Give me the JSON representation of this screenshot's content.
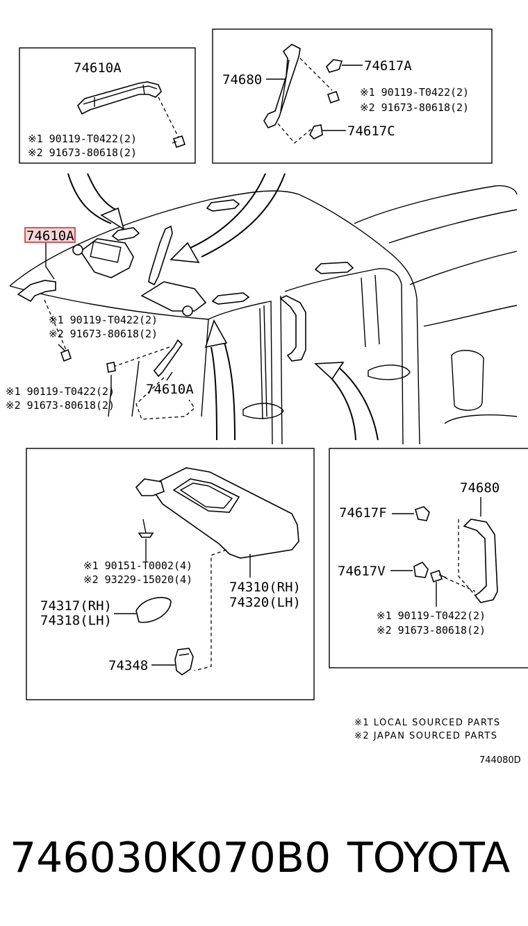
{
  "callouts": {
    "tl_part": "74610A",
    "tl_l1": "※1 90119-T0422(2)",
    "tl_l2": "※2 91673-80618(2)",
    "tr_part1": "74680",
    "tr_part2": "74617A",
    "tr_part3": "74617C",
    "tr_l1": "※1 90119-T0422(2)",
    "tr_l2": "※2 91673-80618(2)",
    "mid_highlight": "74610A",
    "mid_l1": "※1 90119-T0422(2)",
    "mid_l2": "※2 91673-80618(2)",
    "mid_l3": "※1 90119-T0422(2)",
    "mid_l4": "※2 91673-80618(2)",
    "mid_part": "74610A",
    "bl_l1": "※1 90151-T0002(4)",
    "bl_l2": "※2 93229-15020(4)",
    "bl_rh": "74310(RH)",
    "bl_lh": "74320(LH)",
    "bl_m_rh": "74317(RH)",
    "bl_m_lh": "74318(LH)",
    "bl_clip": "74348",
    "br_part1": "74680",
    "br_part2": "74617F",
    "br_part3": "74617V",
    "br_l1": "※1 90119-T0422(2)",
    "br_l2": "※2 91673-80618(2)"
  },
  "notes": {
    "n1": "※1 LOCAL SOURCED PARTS",
    "n2": "※2 JAPAN SOURCED PARTS",
    "ref": "744080D"
  },
  "footer": {
    "part_number": "746030K070B0",
    "brand": "TOYOTA"
  },
  "colors": {
    "highlight_fill": "#f5d6d6",
    "highlight_stroke": "#d03030"
  }
}
